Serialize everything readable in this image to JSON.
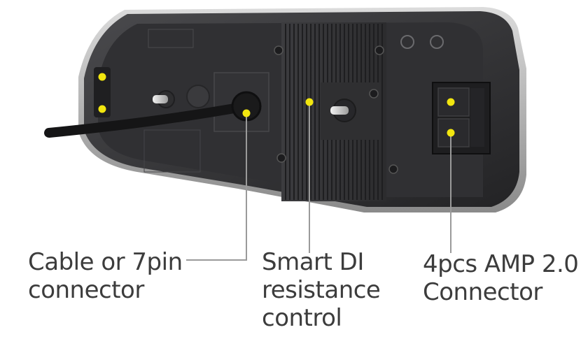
{
  "callouts": {
    "cable": {
      "line1": "Cable or 7pin",
      "line2": "connector"
    },
    "smart_di": {
      "line1": "Smart DI",
      "line2": "resistance",
      "line3": "control"
    },
    "amp": {
      "line1": "4pcs AMP 2.0",
      "line2": "Connector"
    }
  },
  "colors": {
    "marker": "#f2e60f",
    "housing": "#2a2a2c",
    "leader_line": "#9a9a9a",
    "label_text": "#3c3c3c"
  }
}
